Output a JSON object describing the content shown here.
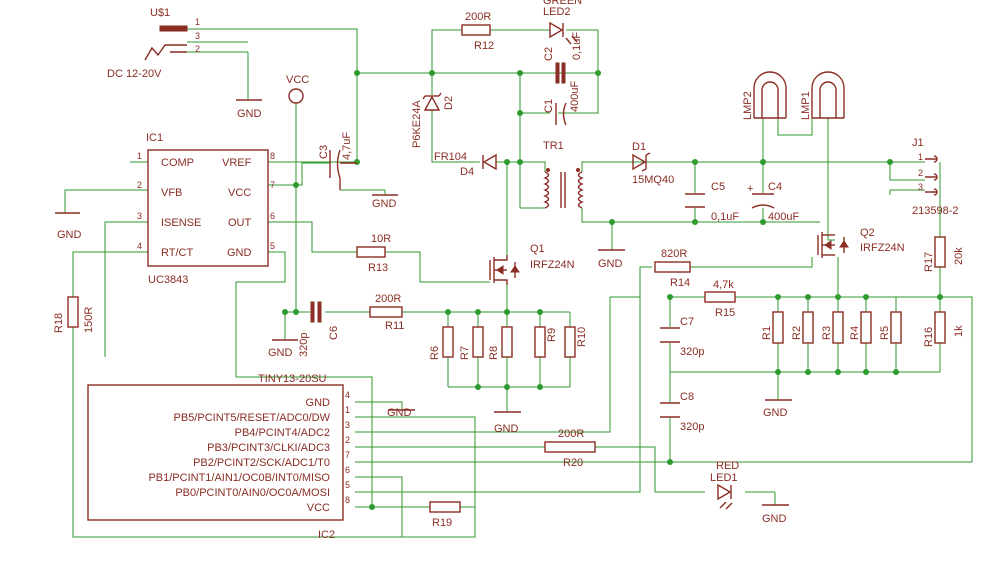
{
  "connector_dc": {
    "name": "U$1",
    "label": "DC 12-20V",
    "pins": [
      "1",
      "3",
      "2"
    ]
  },
  "vcc_label": "VCC",
  "gnd_label": "GND",
  "ic1": {
    "name": "IC1",
    "part": "UC3843",
    "left_pins": [
      {
        "num": "1",
        "name": "COMP"
      },
      {
        "num": "2",
        "name": "VFB"
      },
      {
        "num": "3",
        "name": "ISENSE"
      },
      {
        "num": "4",
        "name": "RT/CT"
      }
    ],
    "right_pins": [
      {
        "num": "8",
        "name": "VREF"
      },
      {
        "num": "7",
        "name": "VCC"
      },
      {
        "num": "6",
        "name": "OUT"
      },
      {
        "num": "5",
        "name": "GND"
      }
    ]
  },
  "ic2": {
    "name": "IC2",
    "part": "TINY13-20SU",
    "pins": [
      {
        "num": "4",
        "name": "GND"
      },
      {
        "num": "1",
        "name": "PB5/PCINT5/RESET/ADC0/DW"
      },
      {
        "num": "3",
        "name": "PB4/PCINT4/ADC2"
      },
      {
        "num": "2",
        "name": "PB3/PCINT3/CLKI/ADC3"
      },
      {
        "num": "7",
        "name": "PB2/PCINT2/SCK/ADC1/T0"
      },
      {
        "num": "6",
        "name": "PB1/PCINT1/AIN1/OC0B/INT0/MISO"
      },
      {
        "num": "5",
        "name": "PB0/PCINT0/AIN0/OC0A/MOSI"
      },
      {
        "num": "8",
        "name": "VCC"
      }
    ]
  },
  "c3": {
    "name": "C3",
    "value": "4,7uF"
  },
  "r12": {
    "name": "R12",
    "value": "200R"
  },
  "led2": {
    "name": "LED2",
    "color": "GREEN"
  },
  "c2": {
    "name": "C2",
    "value": "0,1uF"
  },
  "c1": {
    "name": "C1",
    "value": "400uF"
  },
  "d2": {
    "name": "D2",
    "part": "P6KE24A"
  },
  "d4": {
    "name": "D4",
    "part": "FR104"
  },
  "tr1": {
    "name": "TR1"
  },
  "d1": {
    "name": "D1",
    "part": "15MQ40"
  },
  "c5": {
    "name": "C5",
    "value": "0,1uF"
  },
  "c4": {
    "name": "C4",
    "value": "400uF"
  },
  "lmp1": {
    "name": "LMP1"
  },
  "lmp2": {
    "name": "LMP2"
  },
  "j1": {
    "name": "J1",
    "part": "213598-2",
    "pins": [
      "1",
      "2",
      "3"
    ]
  },
  "r13": {
    "name": "R13",
    "value": "10R"
  },
  "q1": {
    "name": "Q1",
    "part": "IRFZ24N"
  },
  "q2": {
    "name": "Q2",
    "part": "IRFZ24N"
  },
  "r14": {
    "name": "R14",
    "value": "820R"
  },
  "r15": {
    "name": "R15",
    "value": "4,7k"
  },
  "r17": {
    "name": "R17",
    "value": "20k"
  },
  "r16": {
    "name": "R16",
    "value": "1k"
  },
  "c7": {
    "name": "C7",
    "value": "320p"
  },
  "c8": {
    "name": "C8",
    "value": "320p"
  },
  "r_sense": [
    "R1",
    "R2",
    "R3",
    "R4",
    "R5"
  ],
  "r_ic1": [
    "R6",
    "R7",
    "R8",
    "R9",
    "R10"
  ],
  "r18": {
    "name": "R18",
    "value": "150R"
  },
  "c6": {
    "name": "C6",
    "value": "320p"
  },
  "r11": {
    "name": "R11",
    "value": "200R"
  },
  "r20": {
    "name": "R20",
    "value": "200R"
  },
  "led1": {
    "name": "LED1",
    "color": "RED"
  },
  "r19": {
    "name": "R19"
  }
}
